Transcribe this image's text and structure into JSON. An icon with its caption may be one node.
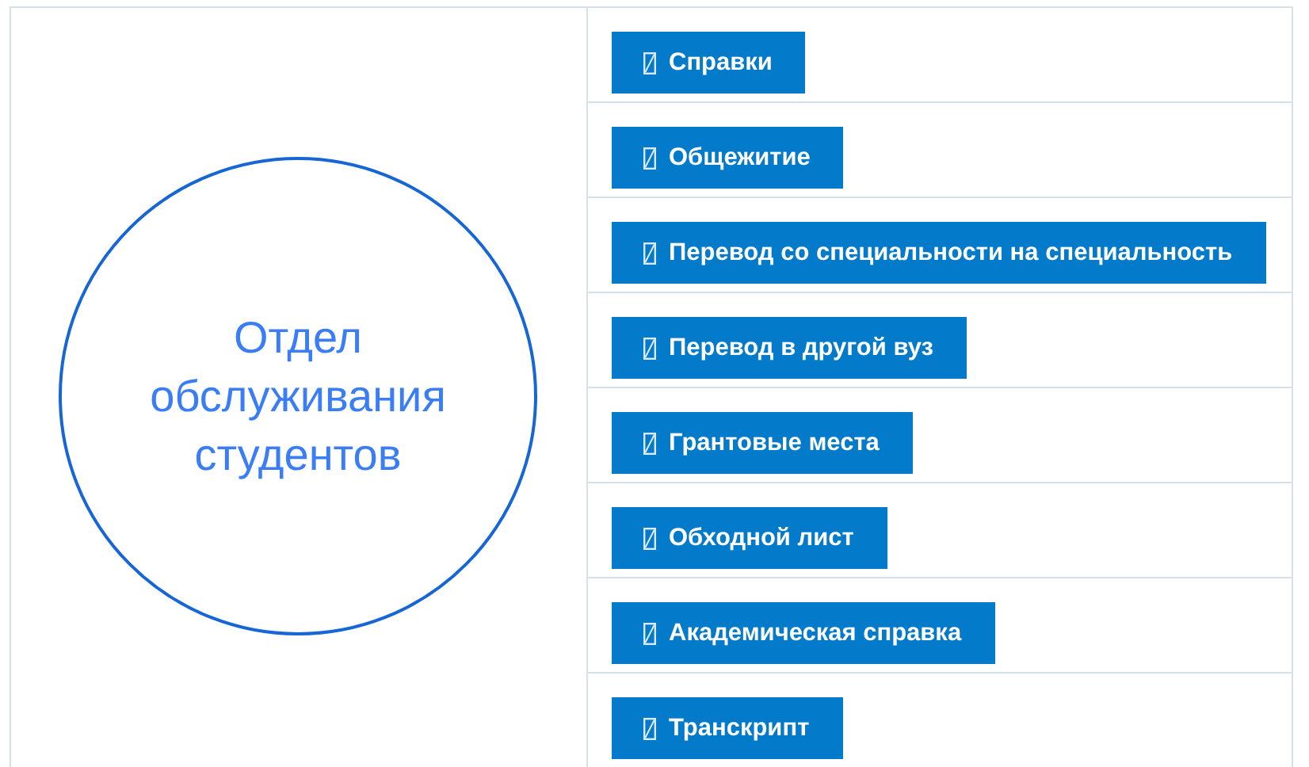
{
  "diagram": {
    "nodes": [
      {
        "text": [
          "Отдел обслуживания студентов"
        ]
      },
      {
        "text": [
          "Справки"
        ]
      },
      {
        "text": [
          "Общежитие"
        ]
      },
      {
        "text": [
          "Перевод со специальности на специальность"
        ]
      },
      {
        "text": [
          "Перевод в другой вуз"
        ]
      },
      {
        "text": [
          "Грантовые места"
        ]
      },
      {
        "text": [
          "Обходной лист"
        ]
      },
      {
        "text": [
          "Академическая справка"
        ]
      },
      {
        "text": [
          "Транскрипт"
        ]
      }
    ]
  }
}
